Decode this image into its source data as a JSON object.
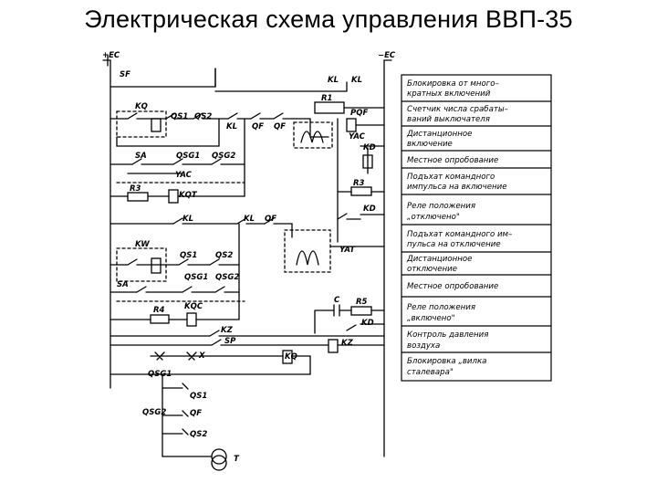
{
  "title": "Электрическая схема управления ВВП-35",
  "diagram": {
    "labels": {
      "plus_ec": "+EC",
      "minus_ec": "−EC",
      "sf": "SF",
      "kq_top": "KQ",
      "qs1_top": "QS1",
      "qs2_top": "QS2",
      "kl_top1": "KL",
      "qf_top1": "QF",
      "qf_top2": "QF",
      "kl_top_r1": "KL",
      "kl_top_r2": "KL",
      "r1": "R1",
      "pqf": "PQF",
      "yac": "YAC",
      "kd_top": "KD",
      "sa_top": "SA",
      "qsg1_top": "QSG1",
      "qsg2_top": "QSG2",
      "yac_mid": "YAC",
      "r3_left": "R3",
      "kqt": "KQT",
      "r3_right": "R3",
      "kd_mid": "KD",
      "kl_mid1": "KL",
      "kl_mid2": "KL",
      "qf_mid": "QF",
      "yat": "YAT",
      "kw": "KW",
      "qs1_mid": "QS1",
      "qs2_mid": "QS2",
      "sa_mid": "SA",
      "qsg1_mid": "QSG1",
      "qsg2_mid": "QSG2",
      "r4": "R4",
      "kqc": "KQC",
      "c": "C",
      "r5": "R5",
      "kd_low": "KD",
      "kz_top": "KZ",
      "sp": "SP",
      "kz_coil": "KZ",
      "x": "X",
      "kq_low": "KQ",
      "qsg1_bot": "QSG1",
      "qs1_bot": "QS1",
      "qsg2_bot": "QSG2",
      "qf_bot": "QF",
      "qs2_bot": "QS2",
      "t": "T"
    },
    "legend": [
      [
        "Блокировка от много–",
        "кратных включений"
      ],
      [
        "Счетчик числа срабаты–",
        "ваний выключателя"
      ],
      [
        "Дистанционное",
        "включение"
      ],
      [
        "Местное опробование"
      ],
      [
        "Подъхат командного",
        "импульса на включение"
      ],
      [
        "Реле положения",
        "„отключено\""
      ],
      [
        "Подъхат командного им–",
        "пульса на отключение"
      ],
      [
        "Дистанционное",
        "отключение"
      ],
      [
        "Местное опробование"
      ],
      [
        "Реле положения",
        "„включено\""
      ],
      [
        "Контроль давления",
        "воздуха"
      ],
      [
        "Блокировка „вилка",
        "сталевара\""
      ]
    ]
  }
}
